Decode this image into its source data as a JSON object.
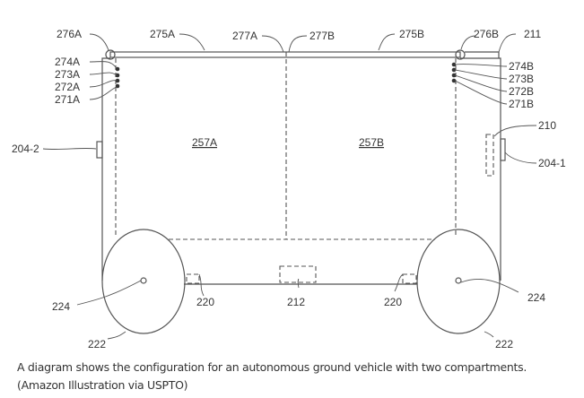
{
  "diagram": {
    "labels": {
      "l276A": "276A",
      "l275A": "275A",
      "l277A": "277A",
      "l277B": "277B",
      "l275B": "275B",
      "l276B": "276B",
      "l211": "211",
      "l274A": "274A",
      "l273A": "273A",
      "l272A": "272A",
      "l271A": "271A",
      "l274B": "274B",
      "l273B": "273B",
      "l272B": "272B",
      "l271B": "271B",
      "l257A": "257A",
      "l257B": "257B",
      "l204_2": "204-2",
      "l204_1": "204-1",
      "l210": "210",
      "l224a": "224",
      "l224b": "224",
      "l222a": "222",
      "l222b": "222",
      "l220a": "220",
      "l220b": "220",
      "l212": "212"
    }
  },
  "caption": "A diagram shows the configuration for an autonomous ground vehicle with two compartments. (Amazon Illustration via USPTO)"
}
